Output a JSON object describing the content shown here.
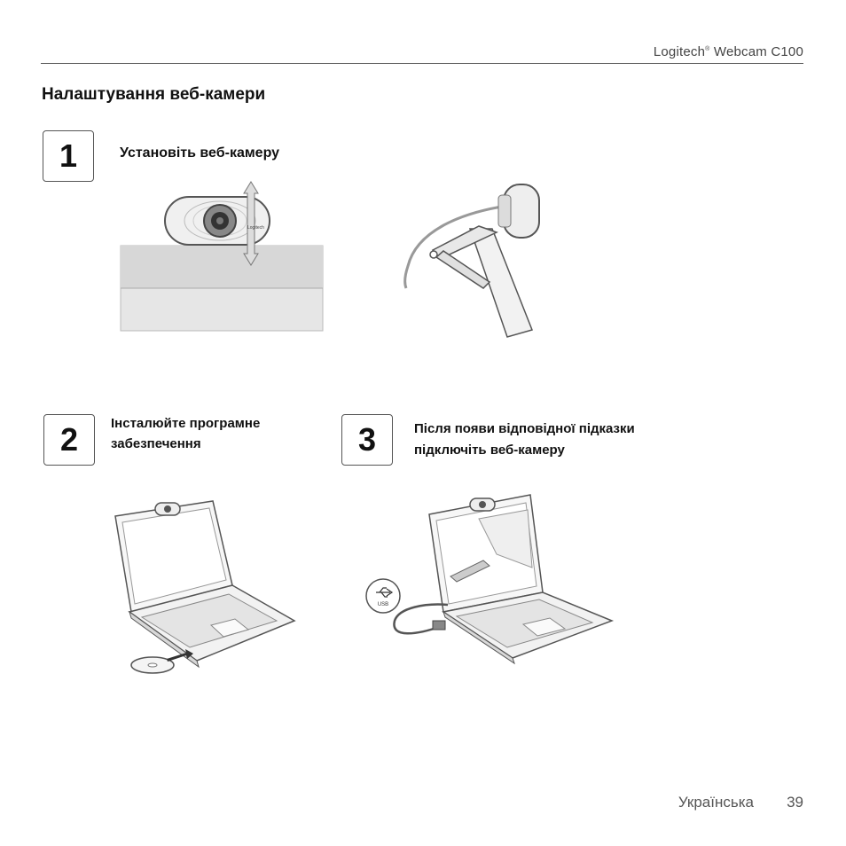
{
  "header": {
    "brand": "Logitech",
    "brand_mark": "®",
    "product": "Webcam C100"
  },
  "section_title": "Налаштування веб-камери",
  "steps": [
    {
      "number": "1",
      "text_line1": "Установіть веб-камеру",
      "text_line2": ""
    },
    {
      "number": "2",
      "text_line1": "Інсталюйте програмне",
      "text_line2": "забезпечення"
    },
    {
      "number": "3",
      "text_line1": "Після появи відповідної підказки",
      "text_line2": "підключіть веб-камеру"
    }
  ],
  "illustrations": {
    "webcam_logo_text": "Logitech",
    "usb_label": "USB"
  },
  "footer": {
    "language": "Українська",
    "page_number": "39"
  }
}
